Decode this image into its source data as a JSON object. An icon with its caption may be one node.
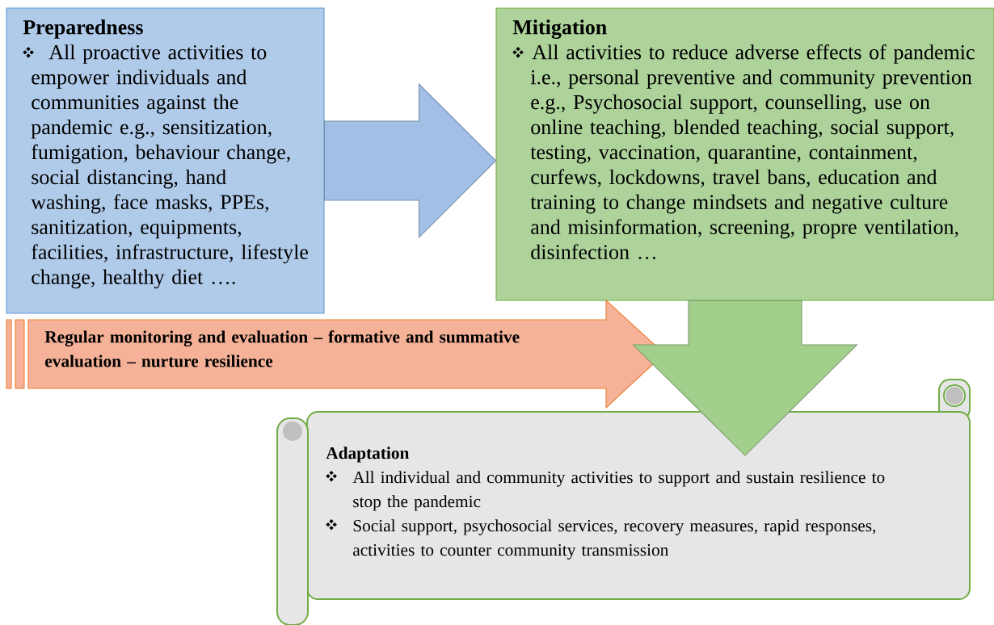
{
  "diagram": {
    "nodes": [
      {
        "text": [
          "Preparedness",
          "All proactive activities to empower individuals and communities against the pandemic e.g., sensitization, fumigation, behaviour change, social distancing, hand washing, face masks, PPEs, sanitization, equipments, facilities, infrastructure, lifestyle change, healthy diet …."
        ]
      },
      {
        "text": [
          "Mitigation",
          "All activities to reduce adverse effects of pandemic i.e., personal preventive and community prevention e.g., Psychosocial support, counselling, use on online teaching, blended teaching, social support, testing, vaccination, quarantine, containment, curfews, lockdowns, travel bans, education and training to change mindsets and negative culture and misinformation, screening, propre ventilation, disinfection …"
        ]
      },
      {
        "text": [
          "Regular monitoring and evaluation – formative and summative evaluation – nurture resilience"
        ]
      },
      {
        "text": [
          "Adaptation",
          "All individual and community activities to support and sustain resilience to stop the pandemic",
          "Social support, psychosocial services, recovery measures, rapid responses, activities to counter community transmission"
        ]
      }
    ],
    "edges": [
      {
        "from": 0,
        "to": 1,
        "arrow": "to",
        "color": "#a2c0e6"
      },
      {
        "from": 1,
        "to": 3,
        "arrow": "to",
        "color": "#a3cf8d"
      }
    ]
  }
}
